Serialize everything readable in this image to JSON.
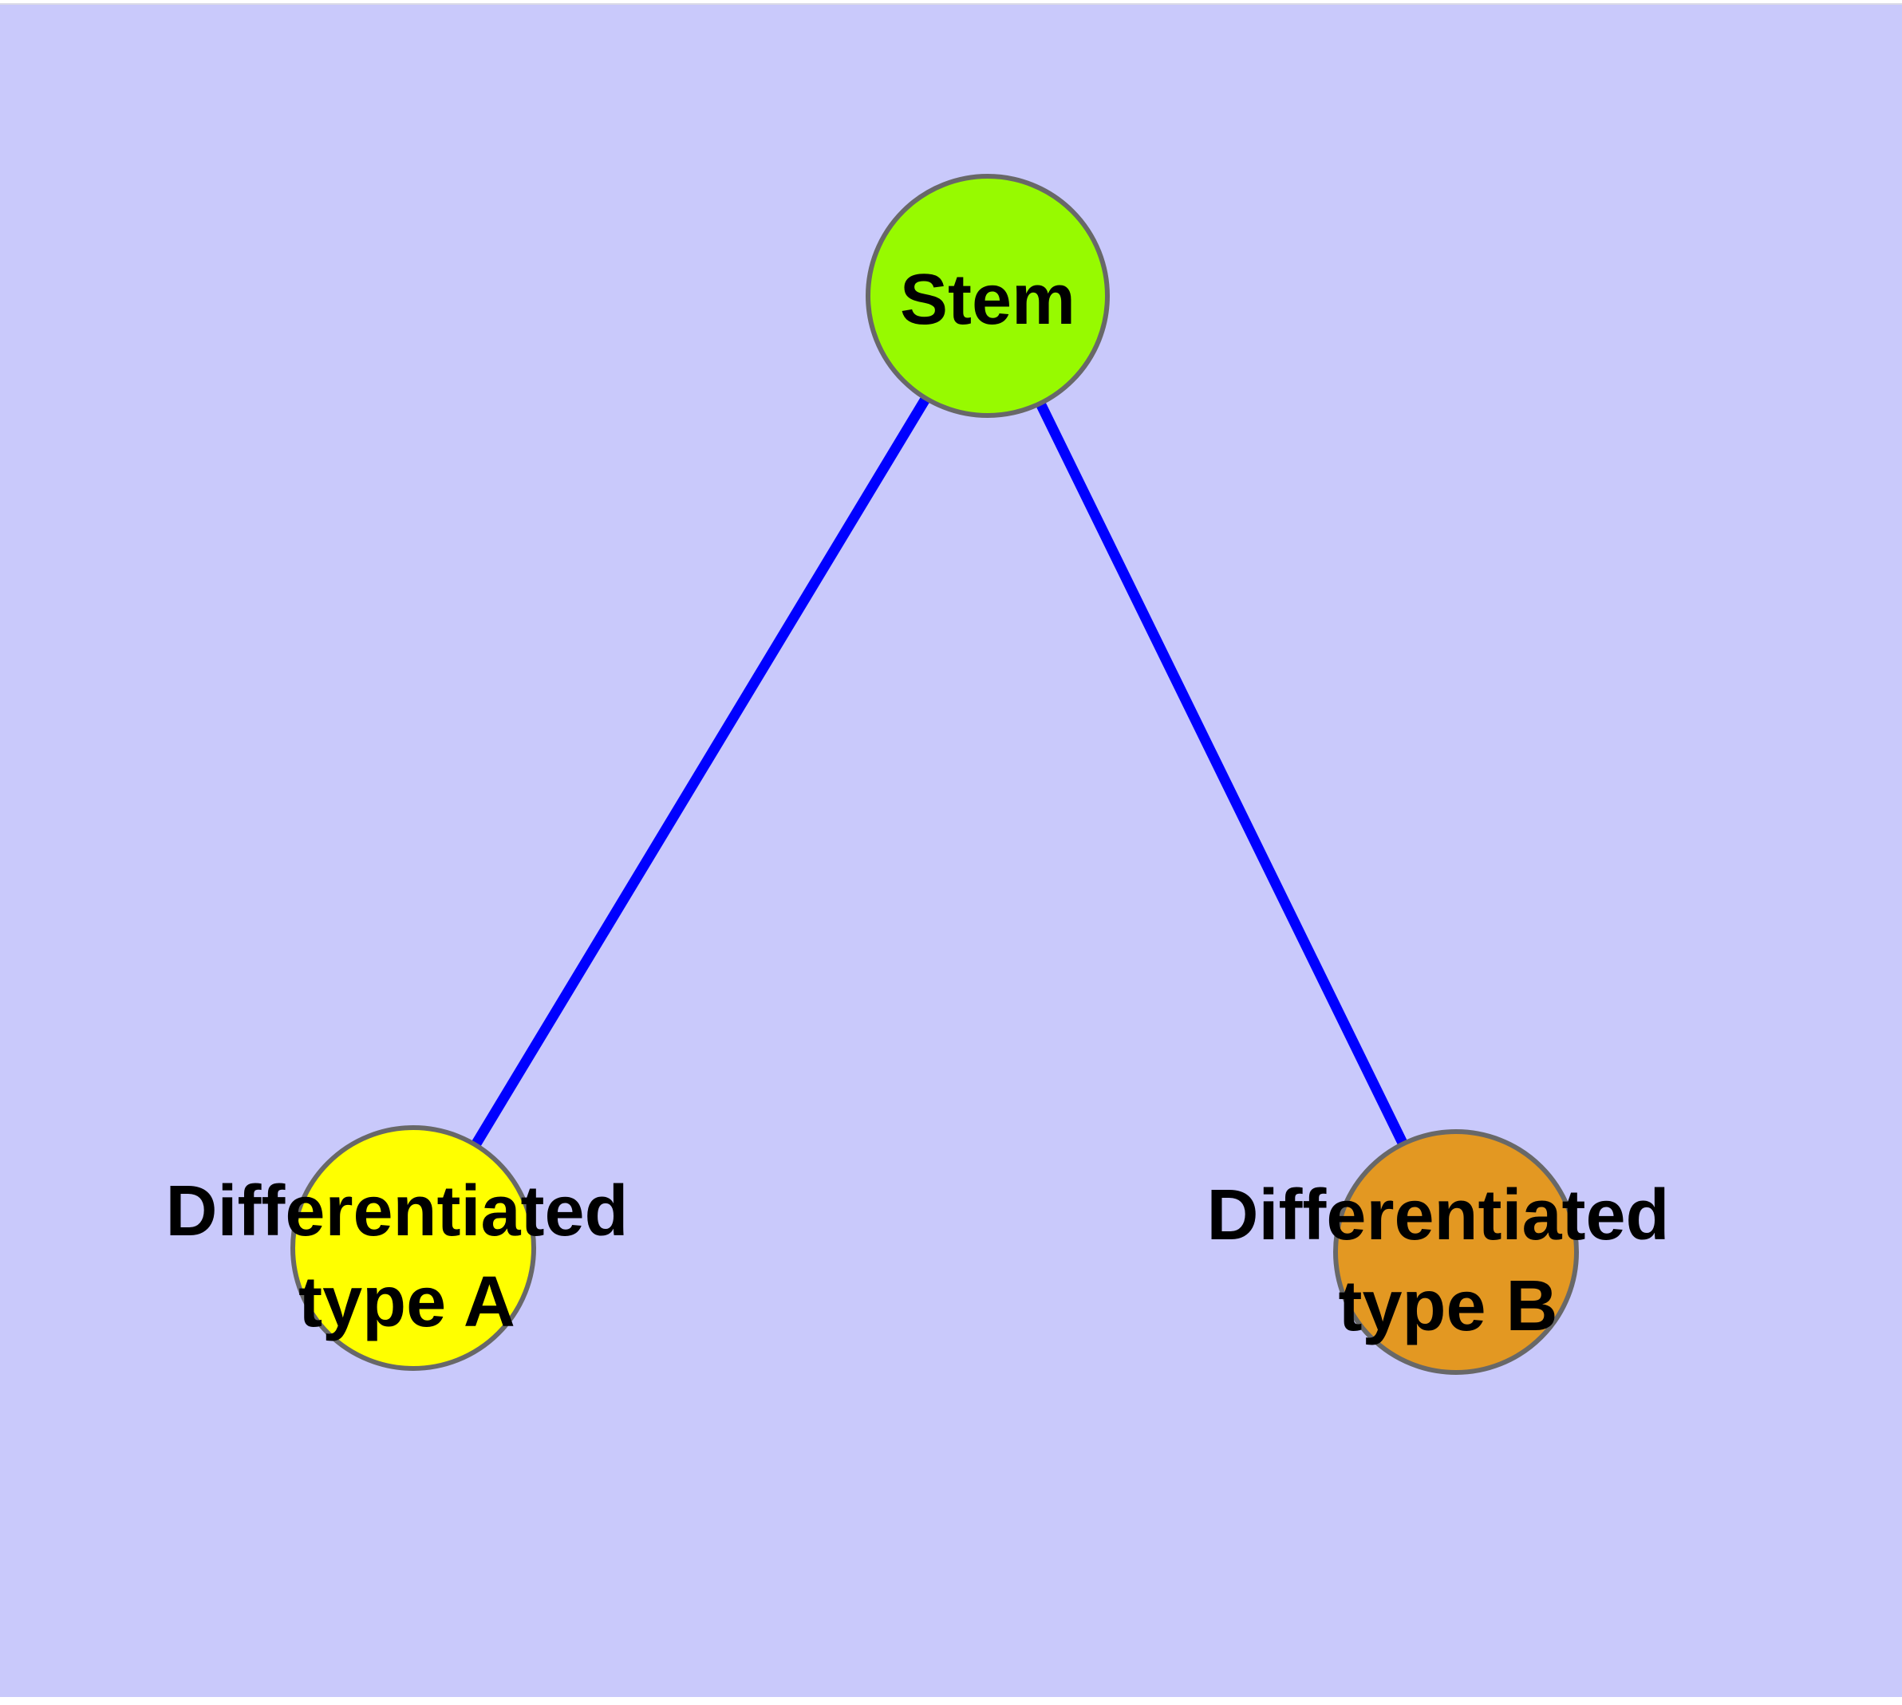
{
  "page": {
    "canvas_color": "#C9C9FB",
    "margin_color": "#FFFFFF",
    "hairline_color": "#DADAE6"
  },
  "graph": {
    "type": "node-link-diagram",
    "edge_style": {
      "color": "#0000FF"
    },
    "node_style": {
      "border_color": "#686868",
      "label_color": "#000000"
    },
    "nodes": [
      {
        "id": "stem",
        "label": "Stem",
        "color": "#97FA00"
      },
      {
        "id": "differentiated-type-a",
        "label": "Differentiated type A",
        "label_line1": "Differentiated",
        "label_line2": "type A",
        "color": "#FFFF00"
      },
      {
        "id": "differentiated-type-b",
        "label": "Differentiated type B",
        "label_line1": "Differentiated",
        "label_line2": "type B",
        "color": "#E39822"
      }
    ],
    "edges": [
      {
        "from": "stem",
        "to": "differentiated-type-a"
      },
      {
        "from": "stem",
        "to": "differentiated-type-b"
      }
    ]
  }
}
